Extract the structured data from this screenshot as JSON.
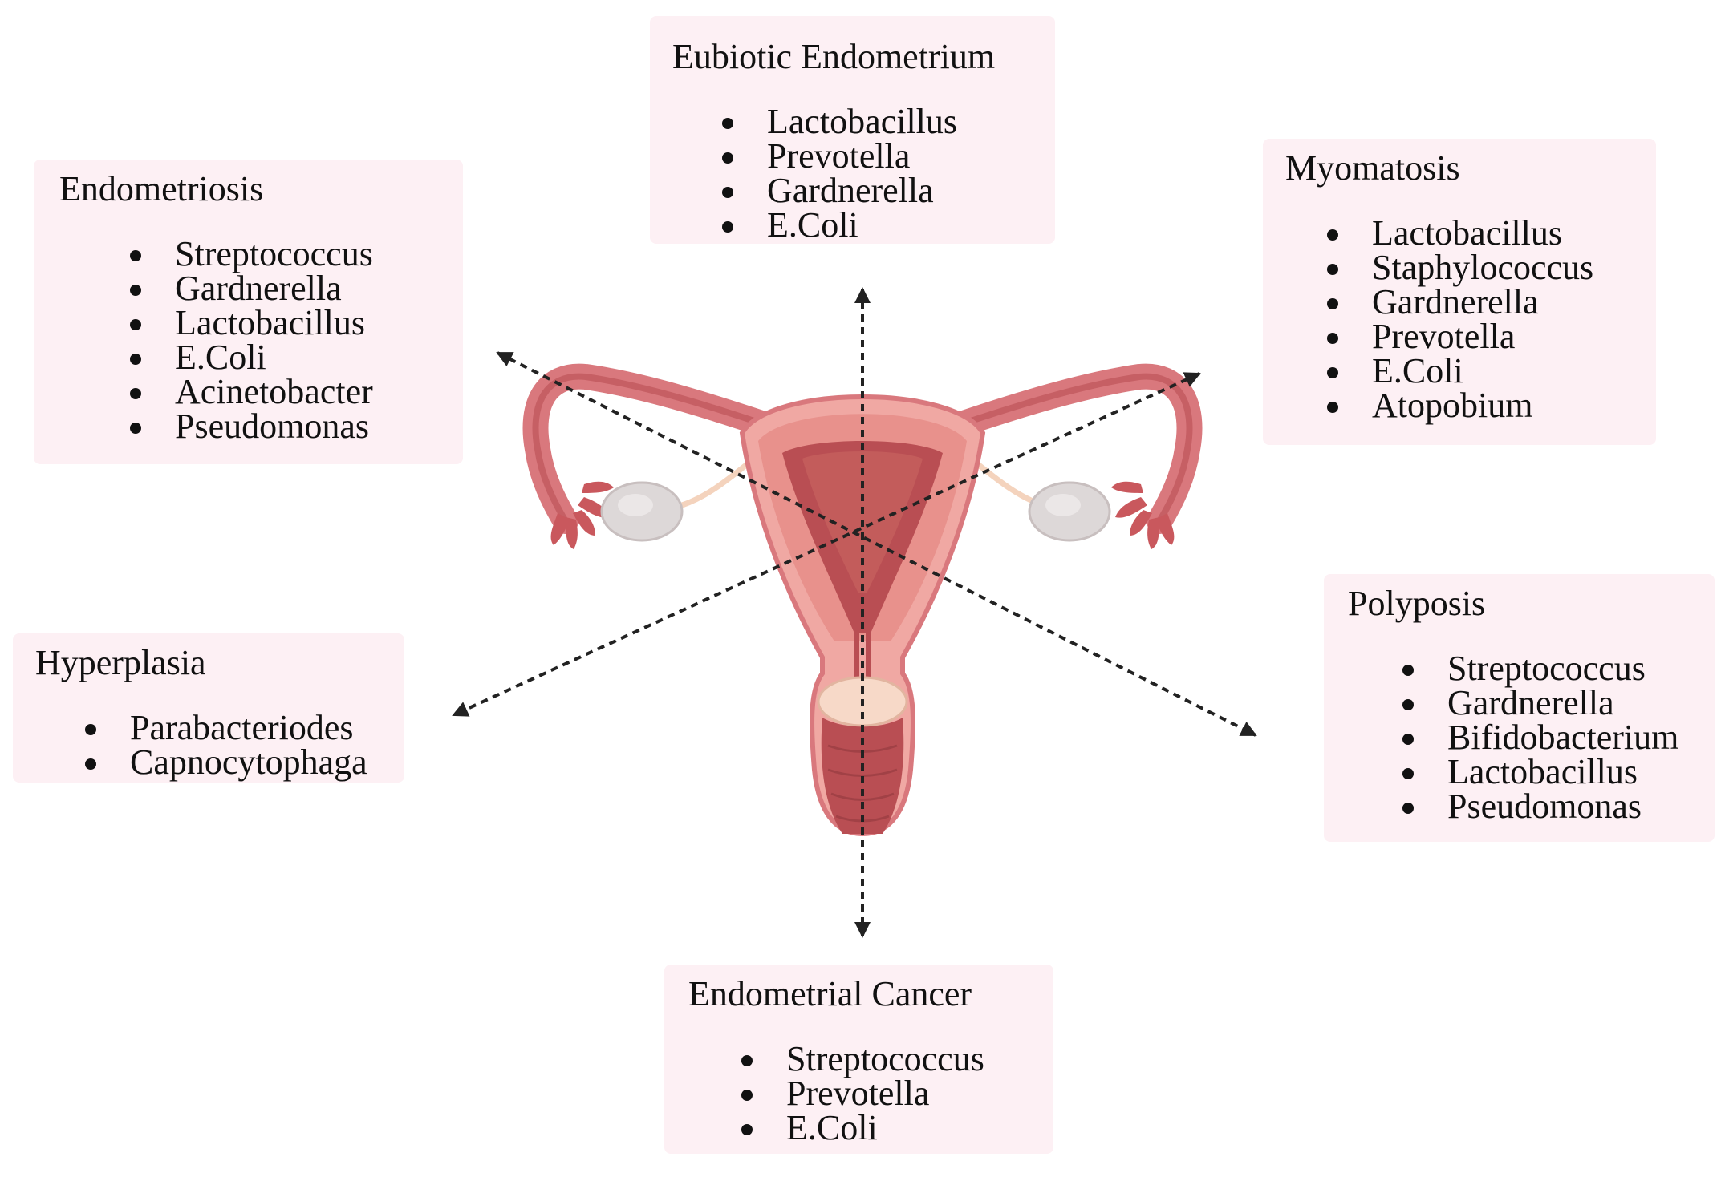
{
  "boxes": [
    {
      "id": "eubiotic",
      "title": "Eubiotic Endometrium",
      "items": [
        "Lactobacillus",
        "Prevotella",
        "Gardnerella",
        "E.Coli"
      ]
    },
    {
      "id": "endometriosis",
      "title": "Endometriosis",
      "items": [
        "Streptococcus",
        "Gardnerella",
        "Lactobacillus",
        "E.Coli",
        "Acinetobacter",
        "Pseudomonas"
      ]
    },
    {
      "id": "myomatosis",
      "title": "Myomatosis",
      "items": [
        "Lactobacillus",
        "Staphylococcus",
        "Gardnerella",
        "Prevotella",
        "E.Coli",
        "Atopobium"
      ]
    },
    {
      "id": "polyposis",
      "title": "Polyposis",
      "items": [
        "Streptococcus",
        "Gardnerella",
        "Bifidobacterium",
        "Lactobacillus",
        "Pseudomonas"
      ]
    },
    {
      "id": "hyperplasia",
      "title": "Hyperplasia",
      "items": [
        "Parabacteriodes",
        "Capnocytophaga"
      ]
    },
    {
      "id": "cancer",
      "title": "Endometrial Cancer",
      "items": [
        "Streptococcus",
        "Prevotella",
        "E.Coli"
      ]
    }
  ],
  "colors": {
    "box_fill": "#fdf0f4",
    "tissue_outer": "#d9787d",
    "tissue_dark": "#b94e53",
    "tissue_light": "#f3b3ae",
    "ovary": "#ddd8d8",
    "arrow": "#222222"
  }
}
